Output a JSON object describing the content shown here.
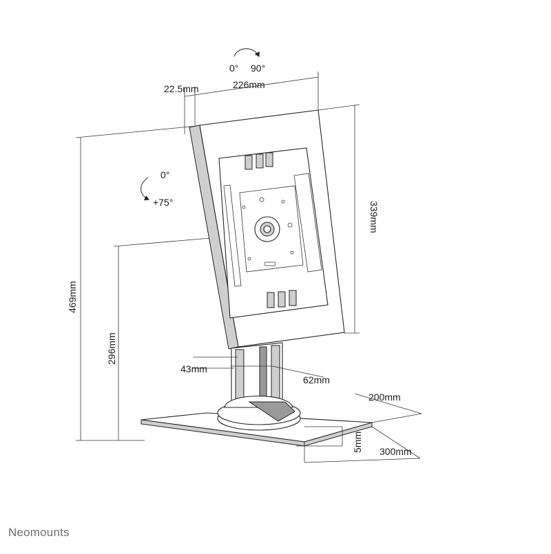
{
  "brand": "Neomounts",
  "dimensions": {
    "rotation_start": "0°",
    "rotation_end": "90°",
    "depth": "22.5mm",
    "width": "226mm",
    "height": "339mm",
    "tilt_start": "0°",
    "tilt_end": "+75°",
    "total_height": "469mm",
    "pivot_height": "296mm",
    "column_depth": "43mm",
    "column_width": "62mm",
    "base_depth": "200mm",
    "base_thickness": "5mm",
    "base_width": "300mm"
  },
  "icons": [
    "rotate-arrow-icon",
    "tilt-arrow-icon"
  ]
}
